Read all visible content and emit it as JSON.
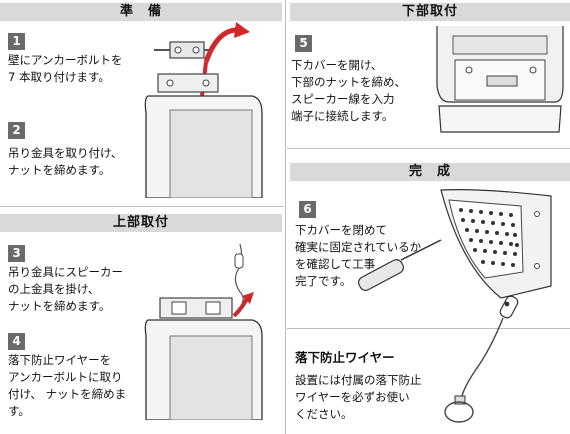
{
  "left": {
    "section1": {
      "title": "準　備"
    },
    "steps": [
      {
        "num": "1",
        "text": "壁にアンカーボルトを\n7 本取り付けます。"
      },
      {
        "num": "2",
        "text": "吊り金具を取り付け、\nナットを締めます。"
      },
      {
        "num": "3",
        "text": "吊り金具にスピーカー\nの上金具を掛け、\nナットを締めます。"
      },
      {
        "num": "4",
        "text": "落下防止ワイヤーを\nアンカーボルトに取り\n付け、 ナットを締めま\nす。"
      }
    ],
    "section2": {
      "title": "上部取付"
    }
  },
  "right": {
    "section1": {
      "title": "下部取付"
    },
    "step5": {
      "num": "5",
      "text": "下カバーを開け、\n下部のナットを締め、\nスピーカー線を入力\n端子に接続します。"
    },
    "section2": {
      "title": "完　成"
    },
    "step6": {
      "num": "6",
      "text": "下カバーを閉めて\n確実に固定されているか\nを確認して工事\n完了です。"
    },
    "wire": {
      "title": "落下防止ワイヤー",
      "text": "設置には付属の落下防止\nワイヤーを必ずお使い\nください。"
    }
  }
}
